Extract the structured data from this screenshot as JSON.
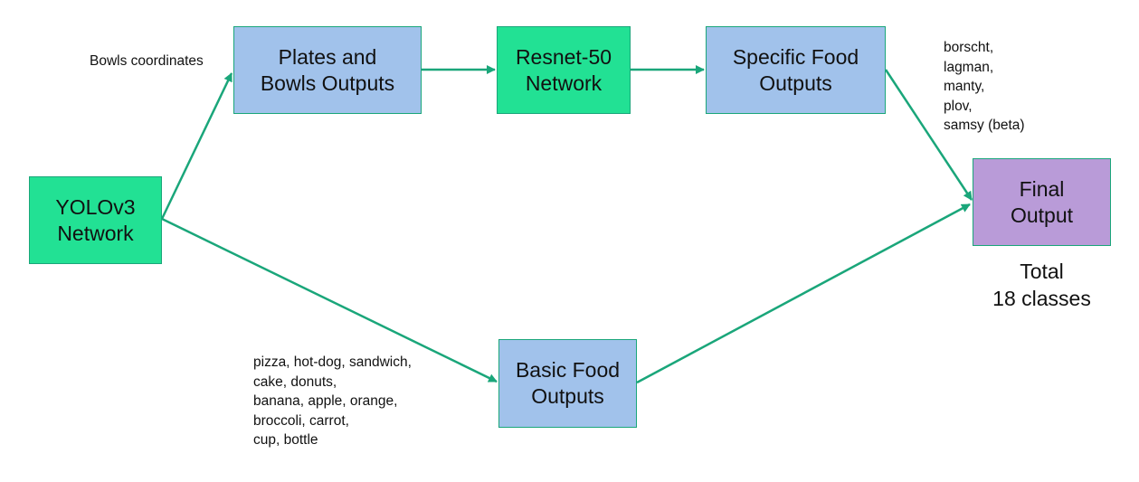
{
  "colors": {
    "network_node": "#22e194",
    "output_node": "#a1c2eb",
    "final_node": "#b99bd8",
    "arrow": "#1aa67a",
    "text": "#111111"
  },
  "nodes": {
    "yolo": {
      "label": "YOLOv3\nNetwork"
    },
    "plates_bowls": {
      "label": "Plates and\nBowls Outputs"
    },
    "resnet": {
      "label": "Resnet-50\nNetwork"
    },
    "specific_food": {
      "label": "Specific Food\nOutputs"
    },
    "basic_food": {
      "label": "Basic Food\nOutputs"
    },
    "final": {
      "label": "Final\nOutput"
    }
  },
  "annotations": {
    "bowls_coordinates": "Bowls coordinates",
    "specific_classes": [
      "borscht,",
      "lagman,",
      "manty,",
      "plov,",
      "samsy (beta)"
    ],
    "basic_classes": [
      "pizza, hot-dog, sandwich,",
      "cake, donuts,",
      "banana, apple, orange,",
      "broccoli, carrot,",
      "cup, bottle"
    ],
    "total": [
      "Total",
      "18 classes"
    ]
  },
  "edges": [
    {
      "from": "YOLOv3 Network",
      "to": "Plates and Bowls Outputs"
    },
    {
      "from": "YOLOv3 Network",
      "to": "Basic Food Outputs"
    },
    {
      "from": "Plates and Bowls Outputs",
      "to": "Resnet-50 Network"
    },
    {
      "from": "Resnet-50 Network",
      "to": "Specific Food Outputs"
    },
    {
      "from": "Specific Food Outputs",
      "to": "Final Output"
    },
    {
      "from": "Basic Food Outputs",
      "to": "Final Output"
    }
  ]
}
